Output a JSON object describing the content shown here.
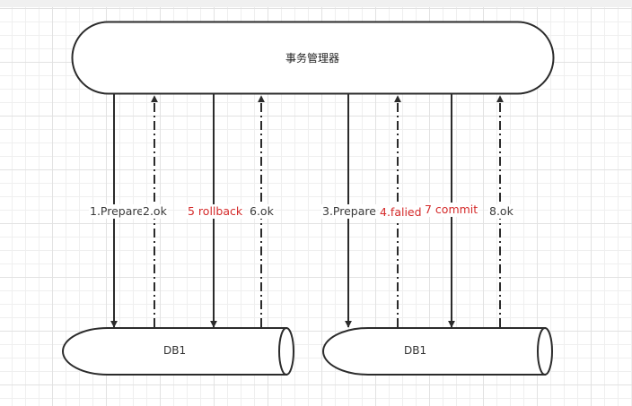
{
  "diagram": {
    "manager": {
      "label": "事务管理器"
    },
    "databases": [
      {
        "label": "DB1"
      },
      {
        "label": "DB1"
      }
    ],
    "messages": [
      {
        "label": "1.Prepare",
        "direction": "down",
        "style": "solid",
        "color": "#3a3a3a"
      },
      {
        "label": "2.ok",
        "direction": "up",
        "style": "dash-dot",
        "color": "#3a3a3a"
      },
      {
        "label": "5 rollback",
        "direction": "down",
        "style": "solid",
        "color": "#d42a2a"
      },
      {
        "label": "6.ok",
        "direction": "up",
        "style": "dash-dot",
        "color": "#3a3a3a"
      },
      {
        "label": "3.Prepare",
        "direction": "down",
        "style": "solid",
        "color": "#3a3a3a"
      },
      {
        "label": "4.falied",
        "direction": "up",
        "style": "dash-dot",
        "color": "#d42a2a"
      },
      {
        "label": "7 commit",
        "direction": "down",
        "style": "solid",
        "color": "#d42a2a"
      },
      {
        "label": "8.ok",
        "direction": "up",
        "style": "dash-dot",
        "color": "#3a3a3a"
      }
    ]
  },
  "colors": {
    "stroke": "#2b2b2b",
    "highlight": "#d42a2a",
    "grid": "#e2e2e2"
  }
}
